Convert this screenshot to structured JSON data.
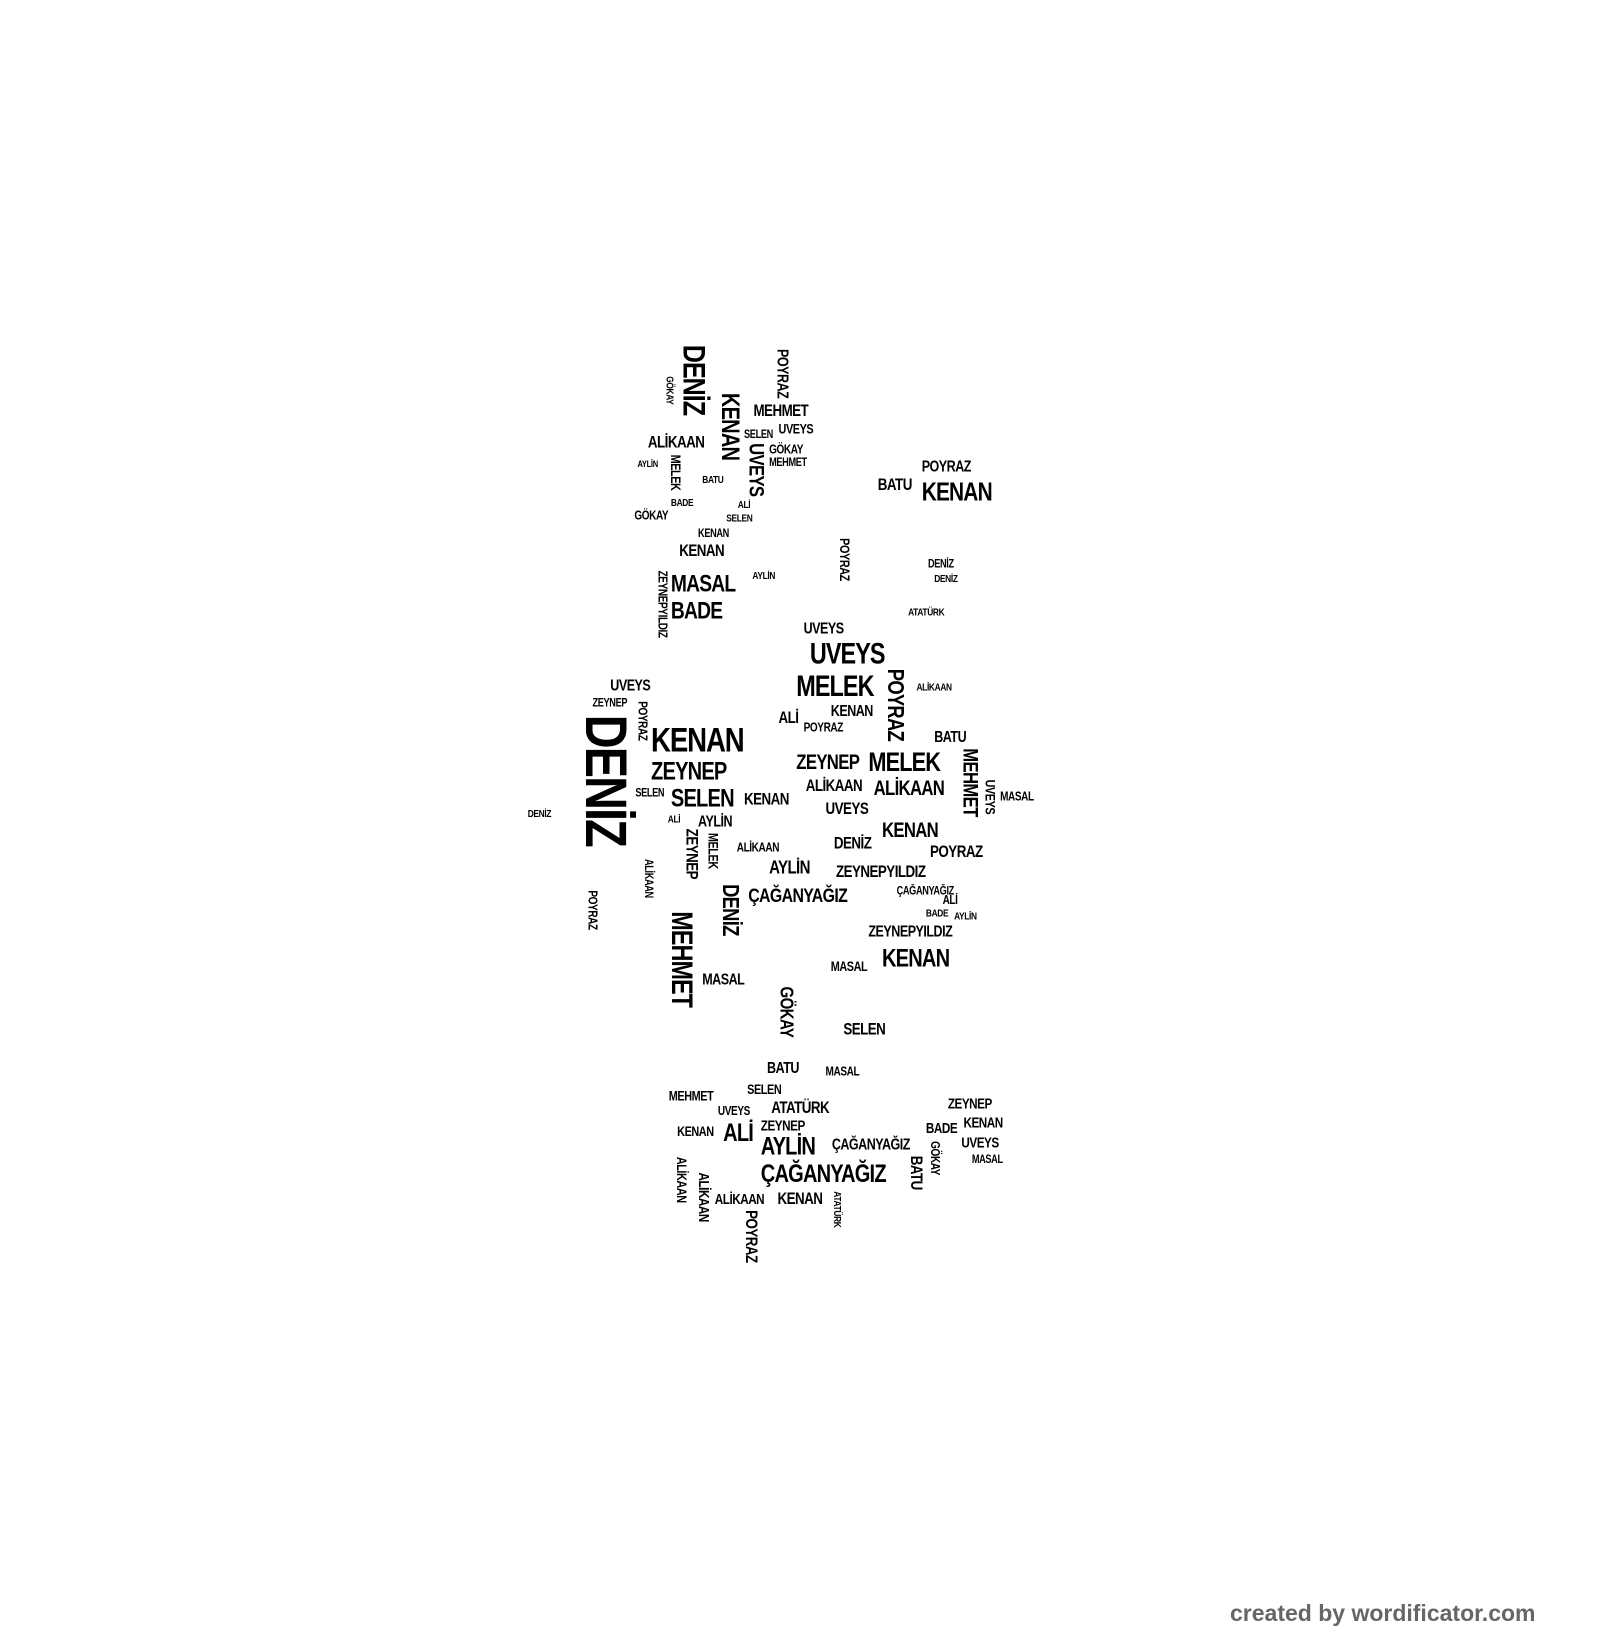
{
  "words": [
    "DENİZ",
    "POYRAZ",
    "MEHMET",
    "UVEYS",
    "KENAN",
    "ALİKAAN",
    "SELEN",
    "GÖKAY",
    "MEHMET",
    "UVEYS",
    "MELEK",
    "POYRAZ",
    "BATU",
    "KENAN",
    "GÖKAY",
    "ALİ",
    "SELEN",
    "KENAN",
    "KENAN",
    "POYRAZ",
    "AYLİN",
    "MASAL",
    "BADE",
    "ZEYNEPYILDIZ",
    "DENİZ",
    "DENİZ",
    "ATATÜRK",
    "UVEYS",
    "UVEYS",
    "MELEK",
    "POYRAZ",
    "ALİKAAN",
    "UVEYS",
    "ZEYNEP",
    "POYRAZ",
    "DENİZ",
    "KENAN",
    "KENAN",
    "ALİ",
    "POYRAZ",
    "BATU",
    "ZEYNEP",
    "ZEYNEP",
    "MELEK",
    "MEHMET",
    "SELEN",
    "SELEN",
    "ALİKAAN",
    "ALİKAAN",
    "KENAN",
    "UVEYS",
    "KENAN",
    "UVEYS",
    "MASAL",
    "AYLİN",
    "POYRAZ",
    "DENİZ",
    "MELEK",
    "DENİZ",
    "POYRAZ",
    "ALİKAAN",
    "AYLİN",
    "ZEYNEPYILDIZ",
    "ZEYNEP",
    "ALİKAAN",
    "MEHMET",
    "DENİZ",
    "ÇAĞANYAĞIZ",
    "ALİ",
    "BADE",
    "MASAL",
    "ZEYNEPYILDIZ",
    "KENAN",
    "MASAL",
    "GÖKAY",
    "SELEN",
    "BATU",
    "MASAL",
    "MEHMET",
    "SELEN",
    "ATATÜRK",
    "ZEYNEP",
    "ALİ",
    "AYLİN",
    "KENAN",
    "ÇAĞANYAĞIZ",
    "ÇAĞANYAĞIZ",
    "BATU",
    "GÖKAY",
    "BADE",
    "KENAN",
    "UVEYS",
    "MASAL",
    "ALİKAAN",
    "KENAN",
    "ALİKAAN",
    "ALİKAAN",
    "POYRAZ",
    "ATATÜRK",
    "ZEYNEP",
    "UVEYS",
    "BADE",
    "BATU",
    "AYLİN",
    "GÖKAY",
    "ÇAĞANYAĞIZ",
    "ALİ",
    "AYLİN"
  ],
  "credit": "created by wordificator.com"
}
